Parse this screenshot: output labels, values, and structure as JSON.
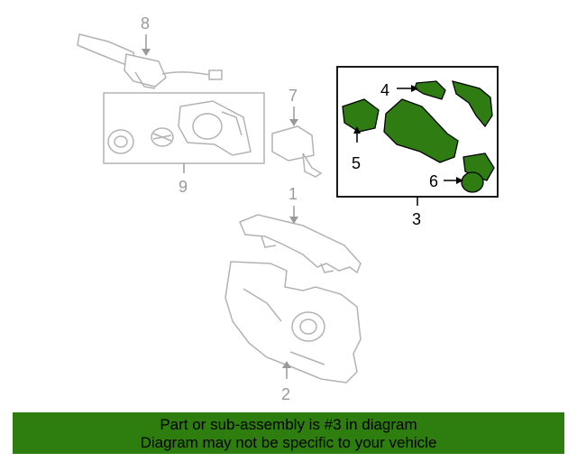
{
  "colors": {
    "banner_bg": "#2e7d0f",
    "highlight_fill": "#2f7d12",
    "part_outline": "#b3b3b3",
    "highlight_outline": "#000000"
  },
  "callouts": {
    "c1": "1",
    "c2": "2",
    "c3": "3",
    "c4": "4",
    "c5": "5",
    "c6": "6",
    "c7": "7",
    "c8": "8",
    "c9": "9"
  },
  "banner": {
    "line1": "Part or sub-assembly is #3 in diagram",
    "line2": "Diagram may not be specific to your vehicle"
  }
}
